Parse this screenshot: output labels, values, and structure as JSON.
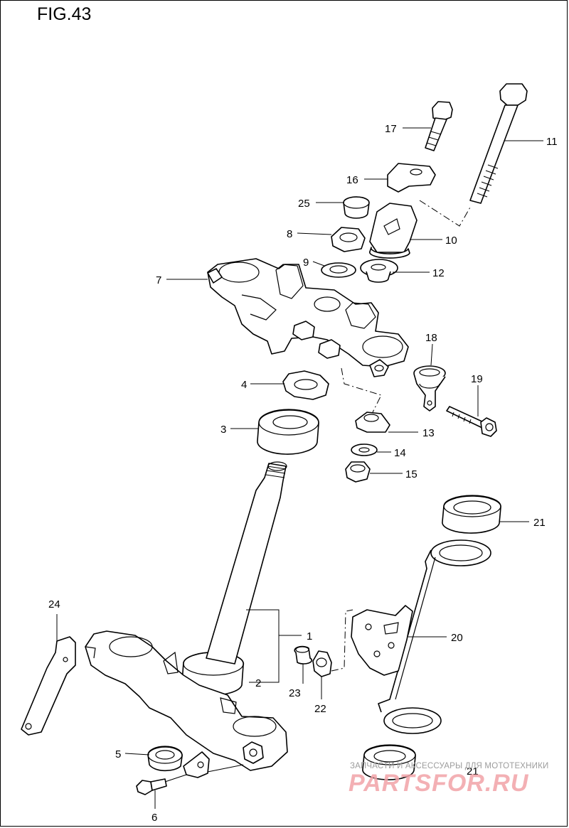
{
  "figure": {
    "title": "FIG.43"
  },
  "callouts": [
    {
      "id": "c1",
      "label": "1"
    },
    {
      "id": "c2",
      "label": "2"
    },
    {
      "id": "c3",
      "label": "3"
    },
    {
      "id": "c4",
      "label": "4"
    },
    {
      "id": "c5",
      "label": "5"
    },
    {
      "id": "c6",
      "label": "6"
    },
    {
      "id": "c7",
      "label": "7"
    },
    {
      "id": "c8",
      "label": "8"
    },
    {
      "id": "c9",
      "label": "9"
    },
    {
      "id": "c10",
      "label": "10"
    },
    {
      "id": "c11",
      "label": "11"
    },
    {
      "id": "c12",
      "label": "12"
    },
    {
      "id": "c13",
      "label": "13"
    },
    {
      "id": "c14",
      "label": "14"
    },
    {
      "id": "c15",
      "label": "15"
    },
    {
      "id": "c16",
      "label": "16"
    },
    {
      "id": "c17",
      "label": "17"
    },
    {
      "id": "c18",
      "label": "18"
    },
    {
      "id": "c19",
      "label": "19"
    },
    {
      "id": "c20",
      "label": "20"
    },
    {
      "id": "c21a",
      "label": "21"
    },
    {
      "id": "c21b",
      "label": "21"
    },
    {
      "id": "c22",
      "label": "22"
    },
    {
      "id": "c23",
      "label": "23"
    },
    {
      "id": "c24",
      "label": "24"
    },
    {
      "id": "c25",
      "label": "25"
    }
  ],
  "watermark": {
    "tagline": "ЗАПЧАСТИ И АКСЕССУАРЫ ДЛЯ МОТОТЕХНИКИ",
    "brand": "PARTSFOR.RU",
    "color": "#f2a3a8"
  }
}
